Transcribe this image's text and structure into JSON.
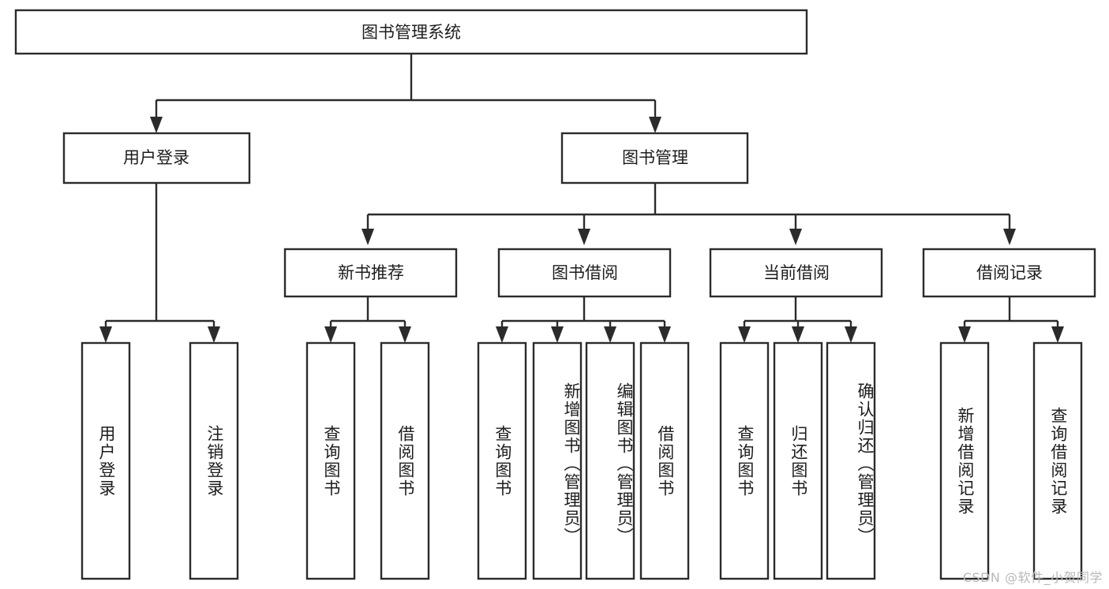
{
  "diagram": {
    "type": "tree",
    "title": "图书管理系统",
    "orientation": "top-down",
    "root": {
      "id": "root",
      "label": "图书管理系统"
    },
    "level2": [
      {
        "id": "user-login",
        "label": "用户登录"
      },
      {
        "id": "book-manage",
        "label": "图书管理"
      }
    ],
    "level3": [
      {
        "id": "new-book-recommend",
        "label": "新书推荐",
        "parent": "book-manage"
      },
      {
        "id": "book-borrow",
        "label": "图书借阅",
        "parent": "book-manage"
      },
      {
        "id": "current-borrow",
        "label": "当前借阅",
        "parent": "book-manage"
      },
      {
        "id": "borrow-record",
        "label": "借阅记录",
        "parent": "book-manage"
      }
    ],
    "leaves": [
      {
        "id": "leaf-user-login",
        "label": "用户登录",
        "parent": "user-login"
      },
      {
        "id": "leaf-user-logout",
        "label": "注销登录",
        "parent": "user-login"
      },
      {
        "id": "leaf-query-book-1",
        "label": "查询图书",
        "parent": "new-book-recommend"
      },
      {
        "id": "leaf-borrow-book-1",
        "label": "借阅图书",
        "parent": "new-book-recommend"
      },
      {
        "id": "leaf-query-book-2",
        "label": "查询图书",
        "parent": "book-borrow"
      },
      {
        "id": "leaf-add-book",
        "label": "新增图书（管理员）",
        "parent": "book-borrow"
      },
      {
        "id": "leaf-edit-book",
        "label": "编辑图书（管理员）",
        "parent": "book-borrow"
      },
      {
        "id": "leaf-borrow-book-2",
        "label": "借阅图书",
        "parent": "book-borrow"
      },
      {
        "id": "leaf-query-book-3",
        "label": "查询图书",
        "parent": "current-borrow"
      },
      {
        "id": "leaf-return-book",
        "label": "归还图书",
        "parent": "current-borrow"
      },
      {
        "id": "leaf-confirm-return",
        "label": "确认归还（管理员）",
        "parent": "current-borrow"
      },
      {
        "id": "leaf-add-record",
        "label": "新增借阅记录",
        "parent": "borrow-record"
      },
      {
        "id": "leaf-query-record",
        "label": "查询借阅记录",
        "parent": "borrow-record"
      }
    ],
    "colors": {
      "stroke": "#2b2b2b",
      "fill": "#ffffff",
      "text": "#1d1d1d",
      "background": "#ffffff",
      "watermark": "#b9b9b9"
    }
  },
  "watermark": {
    "text": "CSDN @软件_小贺同学"
  }
}
